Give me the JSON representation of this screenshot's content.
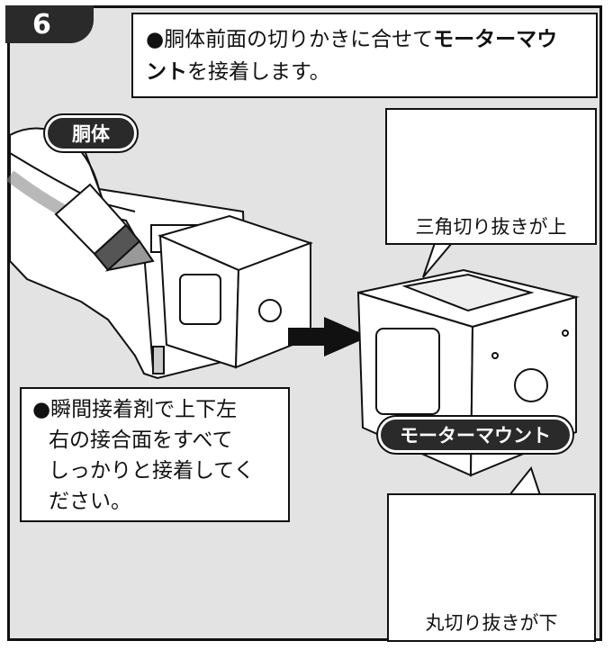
{
  "step": {
    "number": "6"
  },
  "instruction": {
    "line1_prefix": "●胴体前面の切りかきに合せて",
    "line1_bold": "モーターマウ",
    "line2_bold": "ント",
    "line2_suffix": "を接着します。"
  },
  "labels": {
    "body": "胴体",
    "motor_mount": "モーターマウント"
  },
  "top_box": {
    "caption": "三角切り抜きが上"
  },
  "bottom_box": {
    "caption": "丸切り抜きが下"
  },
  "tip": {
    "line1": "●瞬間接着剤で上下左",
    "line2": "右の接合面をすべて",
    "line3": "しっかりと接着してく",
    "line4": "ださい。"
  },
  "colors": {
    "badge": "#2a2a2a",
    "panel": "#e3e3e3",
    "triangle": "#9a9a9a",
    "circle": "#999999"
  }
}
